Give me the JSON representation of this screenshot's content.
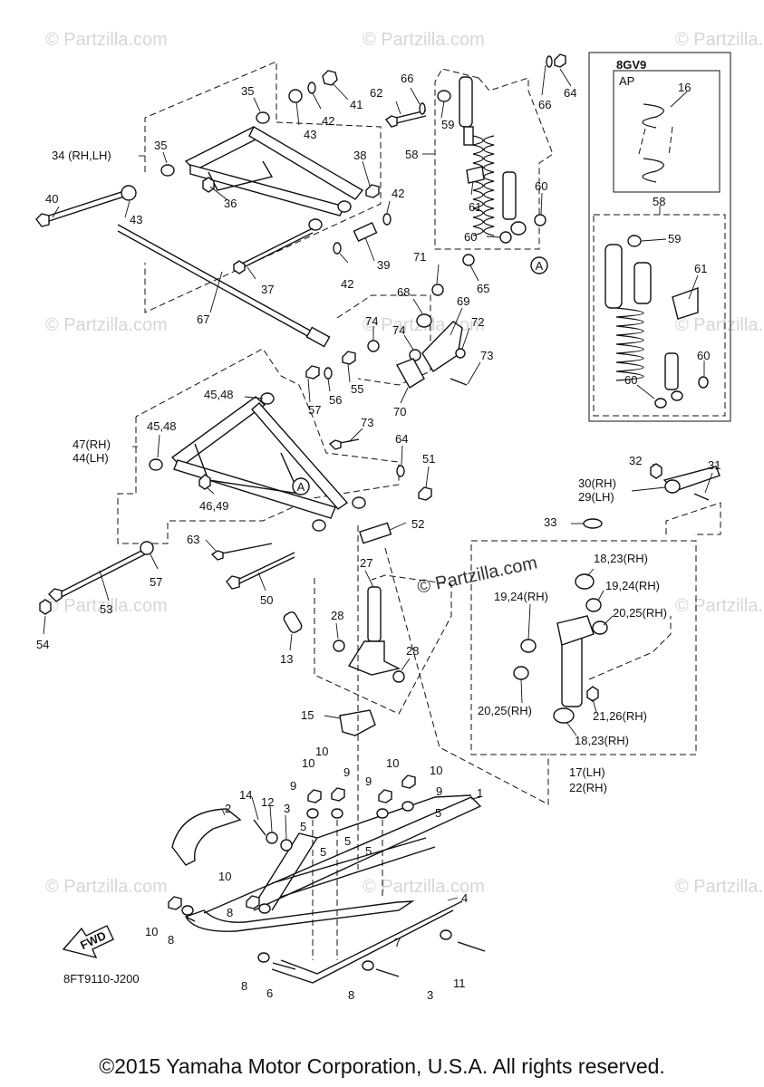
{
  "watermark": {
    "text": "© Partzilla.com",
    "center_text": "© Partzilla.com"
  },
  "footer": {
    "copyright": "©2015 Yamaha Motor Corporation, U.S.A. All rights reserved."
  },
  "diagram": {
    "code": "8FT9110-J200",
    "fwd_label": "FWD",
    "inset": {
      "title": "8GV9",
      "sub_title": "AP"
    },
    "callouts": {
      "c1": "1",
      "c2": "2",
      "c3a": "3",
      "c3b": "3",
      "c4": "4",
      "c5a": "5",
      "c5b": "5",
      "c5c": "5",
      "c5d": "5",
      "c5e": "5",
      "c6": "6",
      "c7": "7",
      "c8a": "8",
      "c8b": "8",
      "c8c": "8",
      "c8d": "8",
      "c9a": "9",
      "c9b": "9",
      "c9c": "9",
      "c9d": "9",
      "c10a": "10",
      "c10b": "10",
      "c10c": "10",
      "c10d": "10",
      "c10e": "10",
      "c11": "11",
      "c12": "12",
      "c13": "13",
      "c14": "14",
      "c15": "15",
      "c16": "16",
      "c17": "17(LH)",
      "c22": "22(RH)",
      "c18a": "18,23(RH)",
      "c18b": "18,23(RH)",
      "c19a": "19,24(RH)",
      "c19b": "19,24(RH)",
      "c20a": "20,25(RH)",
      "c20b": "20,25(RH)",
      "c21": "21,26(RH)",
      "c27": "27",
      "c28a": "28",
      "c28b": "28",
      "c30": "30(RH)",
      "c29": "29(LH)",
      "c31": "31",
      "c32": "32",
      "c33": "33",
      "c34": "34 (RH,LH)",
      "c35a": "35",
      "c35b": "35",
      "c36": "36",
      "c37": "37",
      "c38": "38",
      "c39": "39",
      "c40": "40",
      "c41": "41",
      "c42a": "42",
      "c42b": "42",
      "c42c": "42",
      "c43a": "43",
      "c43b": "43",
      "c45a": "45,48",
      "c45b": "45,48",
      "c46": "46,49",
      "c47": "47(RH)",
      "c44": "44(LH)",
      "c50": "50",
      "c51": "51",
      "c52": "52",
      "c53": "53",
      "c54": "54",
      "c55": "55",
      "c56": "56",
      "c57a": "57",
      "c57b": "57",
      "c58a": "58",
      "c58b": "58",
      "c59a": "59",
      "c59b": "59",
      "c60a": "60",
      "c60b": "60",
      "c60c": "60",
      "c60d": "60",
      "c61a": "61",
      "c61b": "61",
      "c62": "62",
      "c63": "63",
      "c64a": "64",
      "c64b": "64",
      "c65": "65",
      "c66a": "66",
      "c66b": "66",
      "c67": "67",
      "c68": "68",
      "c69": "69",
      "c70": "70",
      "c71": "71",
      "c72": "72",
      "c73a": "73",
      "c73b": "73",
      "c74a": "74",
      "c74b": "74",
      "cA1": "A",
      "cA2": "A"
    }
  }
}
